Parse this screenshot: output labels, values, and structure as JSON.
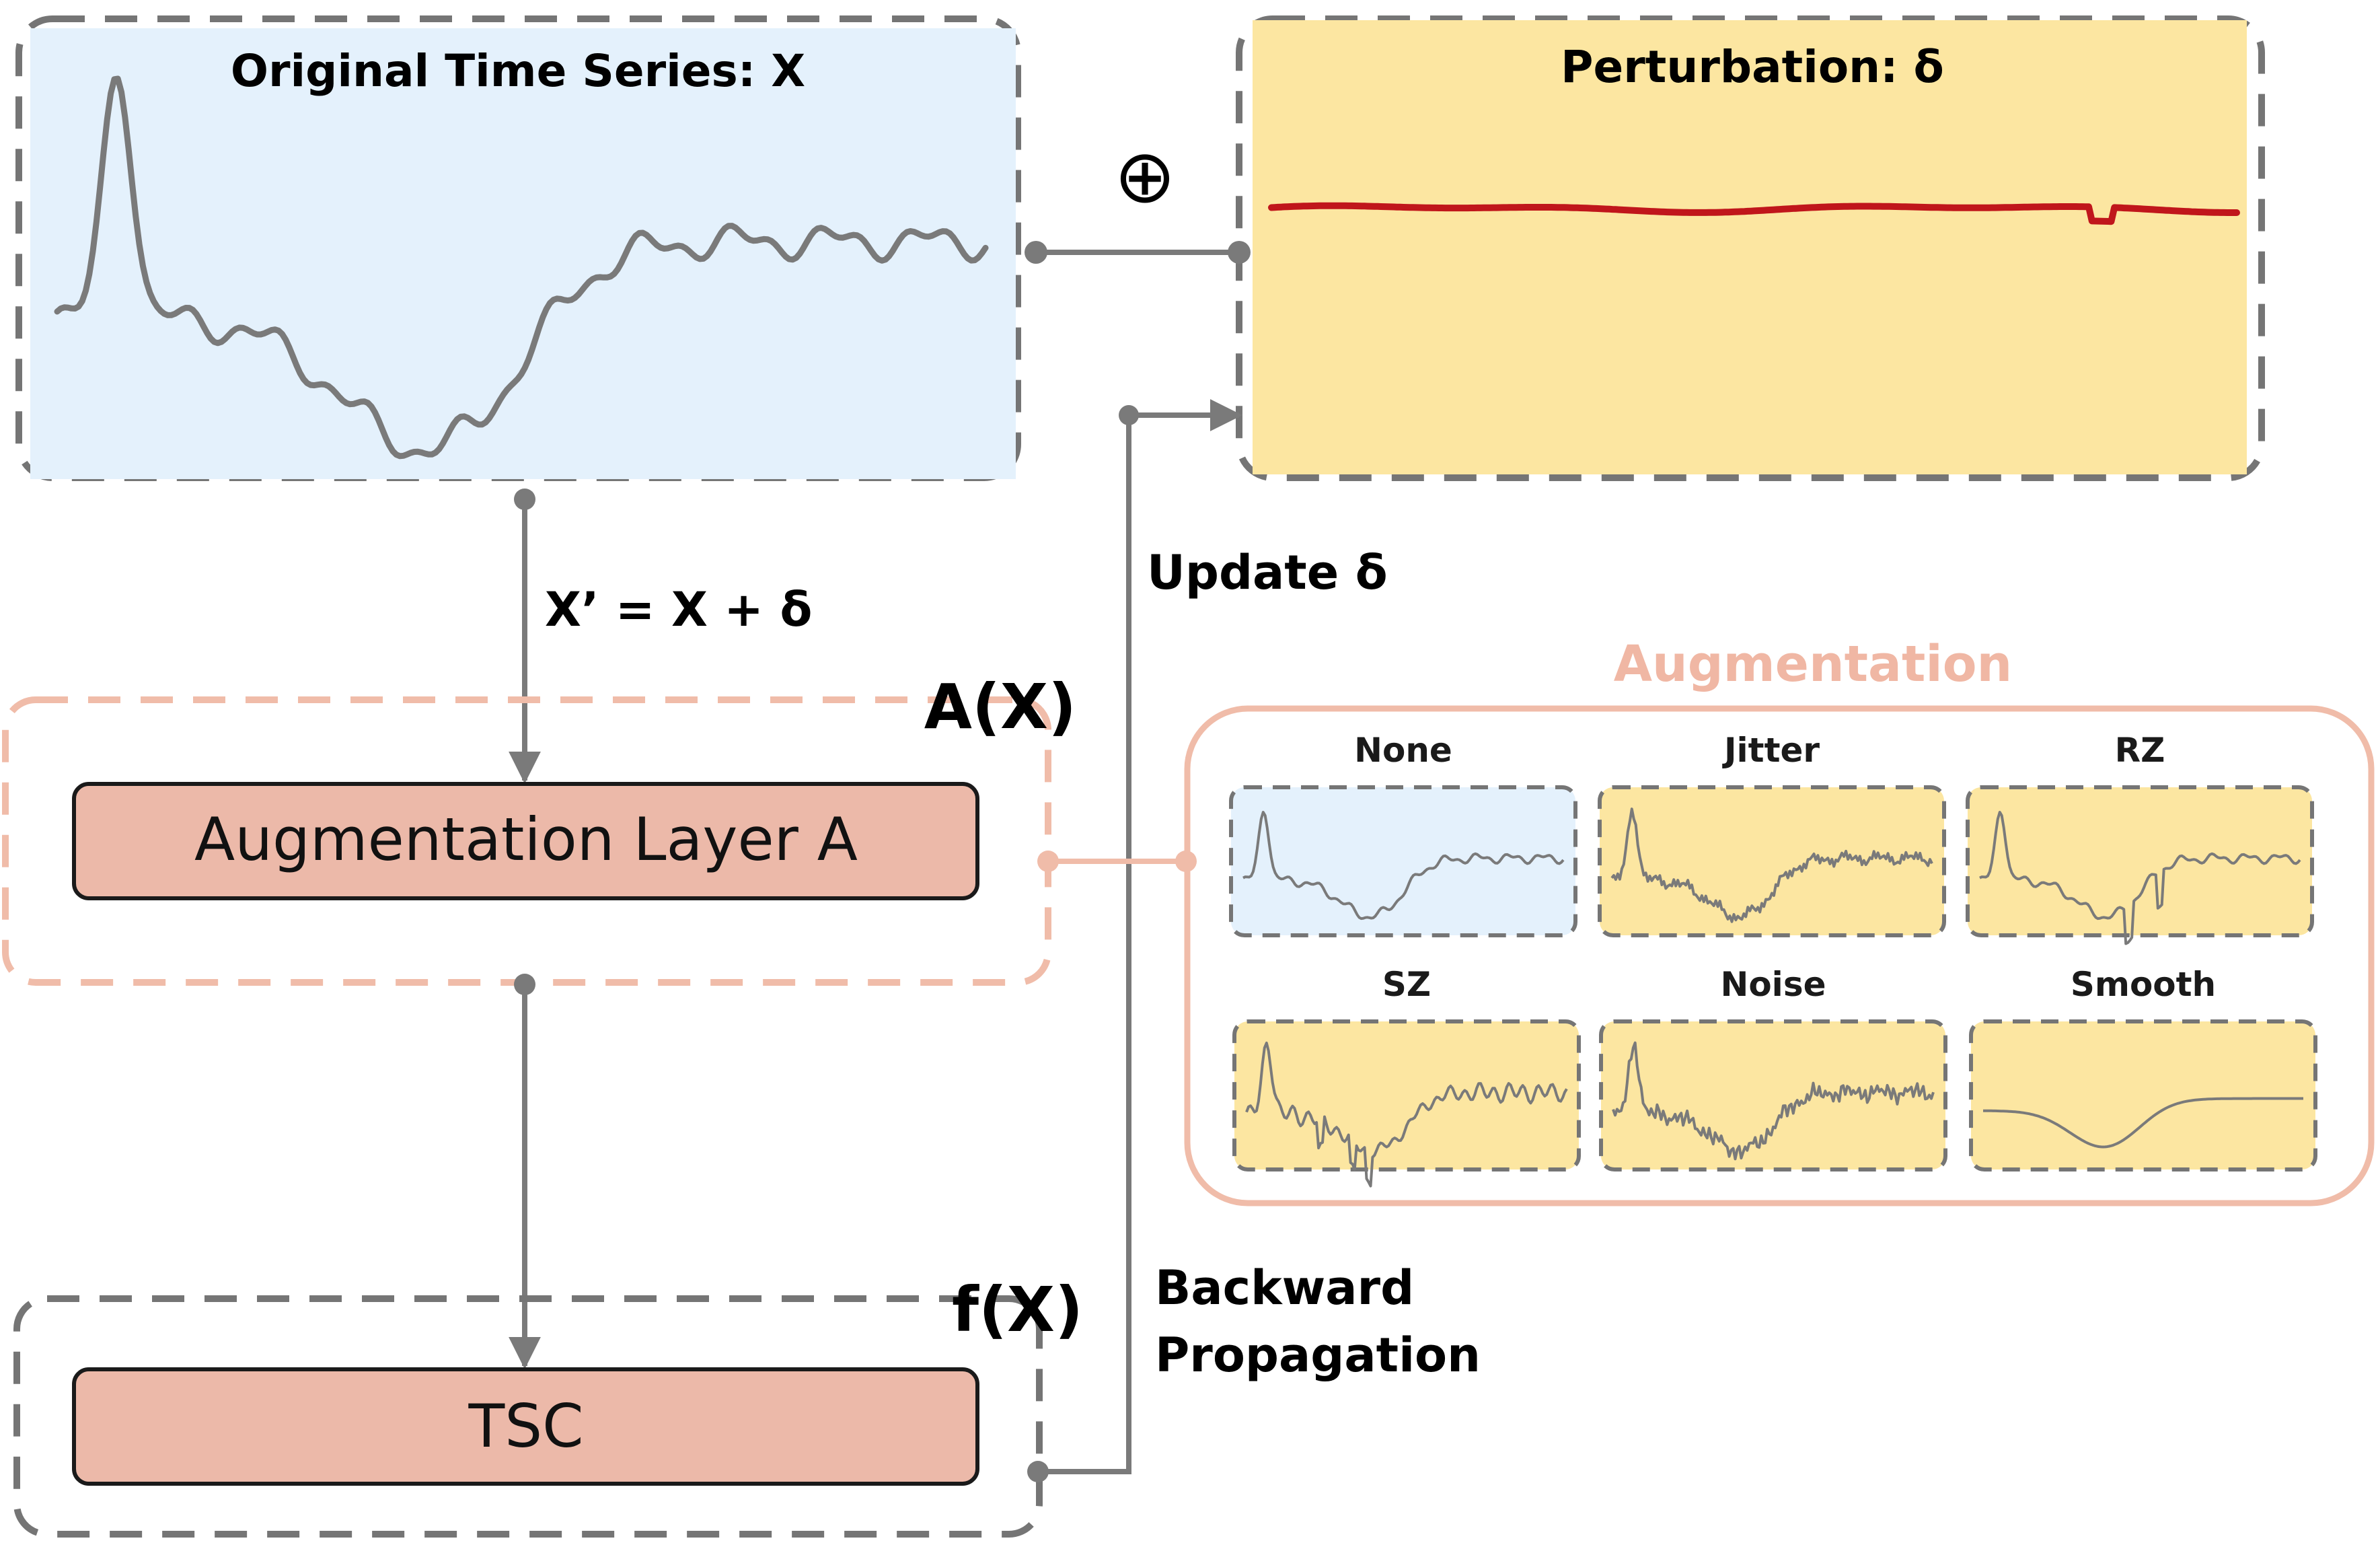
{
  "original_panel": {
    "title": "Original Time Series: X"
  },
  "perturbation_panel": {
    "title": "Perturbation: δ"
  },
  "combine_symbol": "⊕",
  "formula": "X’ = X + δ",
  "update_label": "Update δ",
  "augmentation_header": "Augmentation",
  "augmentation_box": {
    "corner_label": "A(X)",
    "layer_label": "Augmentation Layer A"
  },
  "classifier_box": {
    "corner_label": "f(X)",
    "layer_label": "TSC"
  },
  "backward_label": {
    "line1": "Backward",
    "line2": "Propagation"
  },
  "augmentations": [
    {
      "name": "None"
    },
    {
      "name": "Jitter"
    },
    {
      "name": "RZ"
    },
    {
      "name": "SZ"
    },
    {
      "name": "Noise"
    },
    {
      "name": "Smooth"
    }
  ],
  "colors": {
    "original_fill": "#e4f1fc",
    "perturbation_fill": "#fce6a1",
    "layer_fill": "#ecb9a9",
    "salmon": "#f0bca9",
    "augmentation_text": "#f0b7a4",
    "gray_line": "#7a7a7a",
    "dash_gray": "#757575",
    "perturbation_line": "#c0161b"
  }
}
